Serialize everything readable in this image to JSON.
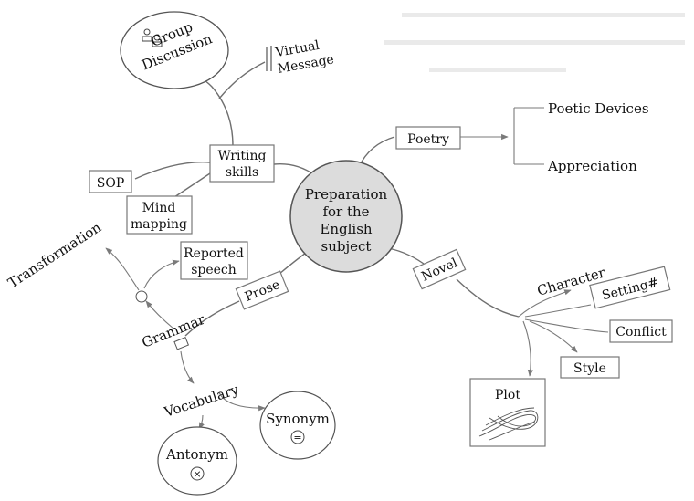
{
  "center": {
    "line1": "Preparation",
    "line2": "for the",
    "line3": "English",
    "line4": "subject"
  },
  "writing": {
    "label_line1": "Writing",
    "label_line2": "skills",
    "group_line1": "Group",
    "group_line2": "Discussion",
    "virtual_line1": "Virtual",
    "virtual_line2": "Message",
    "sop": "SOP",
    "mind_line1": "Mind",
    "mind_line2": "mapping"
  },
  "poetry": {
    "label": "Poetry",
    "devices": "Poetic Devices",
    "appreciation": "Appreciation"
  },
  "novel": {
    "label": "Novel",
    "character": "Character",
    "setting": "Setting#",
    "conflict": "Conflict",
    "style": "Style",
    "plot": "Plot"
  },
  "prose": {
    "label": "Prose",
    "grammar": "Grammar",
    "transformation": "Transformation",
    "reported_line1": "Reported",
    "reported_line2": "speech",
    "vocabulary": "Vocabulary",
    "synonym": "Synonym",
    "antonym": "Antonym",
    "synonym_symbol": "=",
    "antonym_symbol": "×"
  },
  "colors": {
    "center_fill": "#dcdcdc",
    "line": "#6f6f6f",
    "box_border": "#777777"
  },
  "icons": [
    "people-icon",
    "squiggle-icon",
    "equals-icon",
    "times-icon"
  ]
}
